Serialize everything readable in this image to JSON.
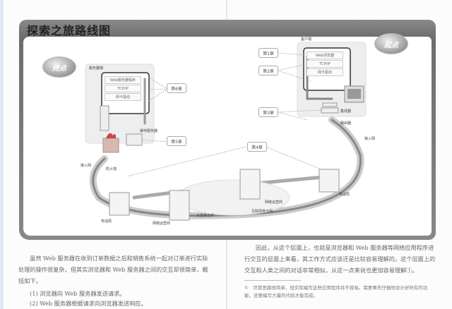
{
  "title": "探索之旅路线图",
  "diagram": {
    "end_label": "终点",
    "start_label": "起点",
    "server": {
      "box": "服务器端",
      "layers": [
        "Web服务器程序",
        "TCP/IP",
        "网卡驱动"
      ],
      "cache": "缓存服务器",
      "firewall": "防火墙",
      "access": "接入网"
    },
    "client": {
      "box": "客户端",
      "layers": [
        "Web浏览器",
        "TCP/IP",
        "网卡驱动"
      ],
      "hub": "集线器",
      "router": "路由器",
      "access": "接入网"
    },
    "chapters": [
      "第1章",
      "第2章",
      "第3章",
      "第4章",
      "第5章",
      "第6章"
    ],
    "network": {
      "phone_left": "电话局",
      "phone_right": "电话局",
      "isp_left": "网络运营商",
      "isp_right": "网络运营商",
      "fiber": "大容量光纤",
      "backbone": "互联网骨干网"
    }
  },
  "left_text": {
    "para": "虽然 Web 服务器在收到订单数据之后和销售系统一起对订单进行实际处理的操作很复杂，但其实浏览器和 Web 服务器之间的交互却很简单，概括如下。",
    "items": [
      "(1) 浏览器向 Web 服务器发送请求。",
      "(2) Web 服务器根据请求向浏览器发送响应。"
    ]
  },
  "right_text": {
    "para": "因此，从这个层面上，也就是浏览器和 Web 服务器等网络应用程序进行交互的层面上来看，其工作方式应该还是比较容易理解的。这个层面上的交互和人类之间的对话非常相似，从这一点来说也更加容易理解①。",
    "footnote": "①　尽管思路很简单，但实际编写这些应用程序并不容易。需要事先仔细地设计好所有的功能，还要编写大量的代码才能完成。"
  }
}
